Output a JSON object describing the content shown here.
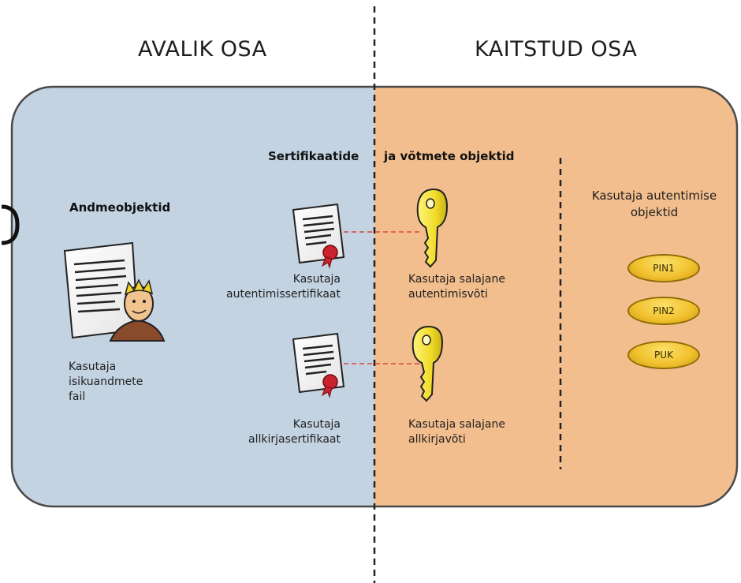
{
  "sections": {
    "public": "AVALIK OSA",
    "protected": "KAITSTUD OSA"
  },
  "objects_header": {
    "left": "Sertifikaatide",
    "right": "ja võtmete objektid"
  },
  "data_objects": {
    "title": "Andmeobjektid",
    "file_label_lines": [
      "Kasutaja",
      "isikuandmete",
      "fail"
    ]
  },
  "certificates": [
    {
      "label_lines": [
        "Kasutaja",
        "autentimissertifikaat"
      ]
    },
    {
      "label_lines": [
        "Kasutaja",
        "allkirjasertifikaat"
      ]
    }
  ],
  "keys": [
    {
      "label_lines": [
        "Kasutaja salajane",
        "autentimisvõti"
      ]
    },
    {
      "label_lines": [
        "Kasutaja salajane",
        "allkirjavõti"
      ]
    }
  ],
  "auth_objects": {
    "title_lines": [
      "Kasutaja autentimise",
      "objektid"
    ],
    "codes": [
      "PIN1",
      "PIN2",
      "PUK"
    ]
  },
  "colors": {
    "public_bg": "#c3d3e2",
    "protected_bg": "#f3be8e",
    "border": "#4a4a4a",
    "connector": "#d9473b",
    "key_gold": "#f4e235"
  }
}
